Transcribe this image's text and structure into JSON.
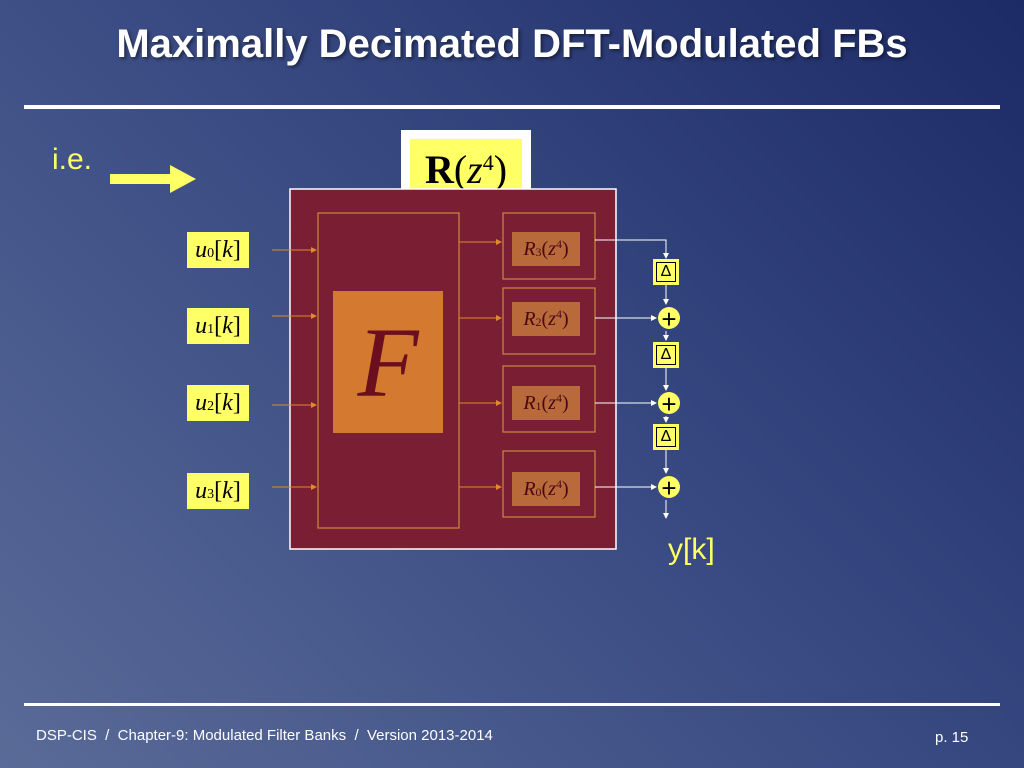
{
  "slide": {
    "title": "Maximally Decimated DFT-Modulated FBs",
    "ie_label": "i.e.",
    "output_label": "y[k]"
  },
  "r_matrix": {
    "symbol": "R",
    "open": "(",
    "var": "z",
    "exp": "4",
    "close": ")"
  },
  "inputs": [
    {
      "sym": "u",
      "sub": "0",
      "lb": "[",
      "var": "k",
      "rb": "]"
    },
    {
      "sym": "u",
      "sub": "1",
      "lb": "[",
      "var": "k",
      "rb": "]"
    },
    {
      "sym": "u",
      "sub": "2",
      "lb": "[",
      "var": "k",
      "rb": "]"
    },
    {
      "sym": "u",
      "sub": "3",
      "lb": "[",
      "var": "k",
      "rb": "]"
    }
  ],
  "f_block": {
    "label": "F"
  },
  "polyphase": [
    {
      "sym": "R",
      "sub": "3",
      "open": "(",
      "var": "z",
      "exp": "4",
      "close": ")"
    },
    {
      "sym": "R",
      "sub": "2",
      "open": "(",
      "var": "z",
      "exp": "4",
      "close": ")"
    },
    {
      "sym": "R",
      "sub": "1",
      "open": "(",
      "var": "z",
      "exp": "4",
      "close": ")"
    },
    {
      "sym": "R",
      "sub": "0",
      "open": "(",
      "var": "z",
      "exp": "4",
      "close": ")"
    }
  ],
  "delay_symbol": "Δ",
  "adder_symbol": "+",
  "colors": {
    "accent_yellow": "#ffff66",
    "big_box": "#7a1e33",
    "f_block": "#d47a30",
    "r_box": "#b86a3a",
    "arrow": "#e08a2a"
  },
  "footer": {
    "left": "DSP-CIS  /  Chapter-9: Modulated Filter Banks  /  Version 2013-2014",
    "page": "p. 15"
  }
}
